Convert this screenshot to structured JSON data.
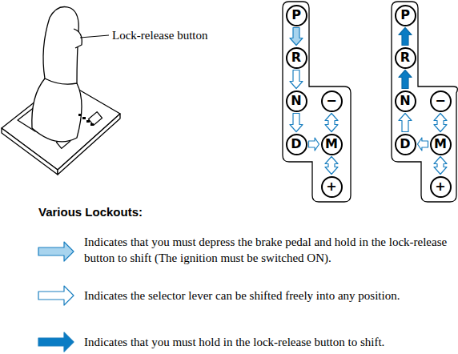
{
  "diagram": {
    "nodes": [
      {
        "text": [
          "P"
        ]
      },
      {
        "text": [
          "R"
        ]
      },
      {
        "text": [
          "N"
        ]
      },
      {
        "text": [
          "D"
        ]
      },
      {
        "text": [
          "−"
        ]
      },
      {
        "text": [
          "M"
        ]
      },
      {
        "text": [
          "+"
        ]
      },
      {
        "text": [
          "P"
        ]
      },
      {
        "text": [
          "R"
        ]
      },
      {
        "text": [
          "N"
        ]
      },
      {
        "text": [
          "D"
        ]
      },
      {
        "text": [
          "−"
        ]
      },
      {
        "text": [
          "M"
        ]
      },
      {
        "text": [
          "+"
        ]
      }
    ],
    "edges": [
      {
        "from": 0,
        "to": 1,
        "arrow": "to"
      },
      {
        "from": 1,
        "to": 2,
        "arrow": "to"
      },
      {
        "from": 2,
        "to": 3,
        "arrow": "to"
      },
      {
        "from": 3,
        "to": 5,
        "arrow": "to"
      },
      {
        "from": 5,
        "to": 4,
        "arrow": "both"
      },
      {
        "from": 5,
        "to": 6,
        "arrow": "both"
      },
      {
        "from": 8,
        "to": 7,
        "arrow": "to"
      },
      {
        "from": 9,
        "to": 8,
        "arrow": "to"
      },
      {
        "from": 10,
        "to": 9,
        "arrow": "to"
      },
      {
        "from": 12,
        "to": 10,
        "arrow": "to"
      },
      {
        "from": 12,
        "to": 11,
        "arrow": "both"
      },
      {
        "from": 12,
        "to": 13,
        "arrow": "both"
      }
    ],
    "labels": [
      "Lock-release button",
      "Various Lockouts:"
    ],
    "legend": [
      {
        "text": "Indicates that you must depress the brake pedal and hold in the lock-release button to shift (The ignition must be switched ON)."
      },
      {
        "text": "Indicates the selector lever can be shifted freely into any position."
      },
      {
        "text": "Indicates that you must hold in the lock-release button to shift."
      }
    ]
  }
}
